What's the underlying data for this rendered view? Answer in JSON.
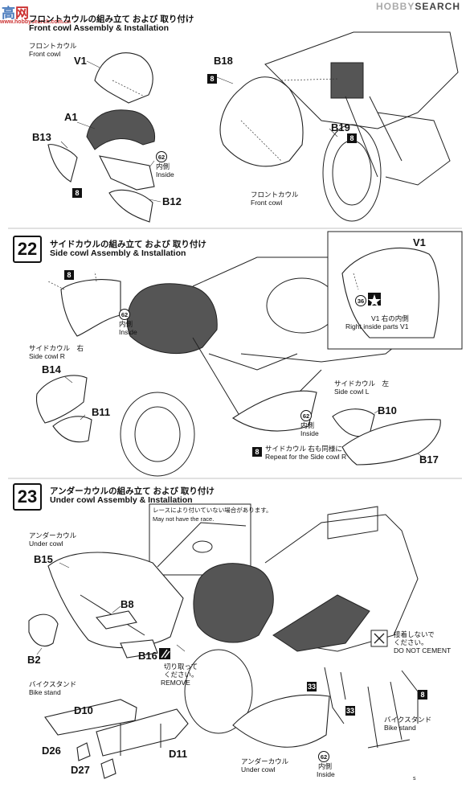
{
  "watermark": {
    "title_part1": "HOBBY",
    "title_part2": "SEARCH",
    "cn_part1": "高",
    "cn_part2": "网",
    "url": "www.hobbysearch.com.cn"
  },
  "step21": {
    "title_jp": "フロントカウルの組み立て および 取り付け",
    "title_en": "Front cowl Assembly & Installation",
    "front_cowl_jp": "フロントカウル",
    "front_cowl_en": "Front cowl",
    "front_cowl2_jp": "フロントカウル",
    "front_cowl2_en": "Front cowl",
    "parts": {
      "v1": "V1",
      "a1": "A1",
      "b13": "B13",
      "b12": "B12",
      "b18": "B18",
      "b19": "B19"
    },
    "inside_jp": "内側",
    "inside_en": "Inside",
    "callout_62": "62",
    "callout_8a": "8",
    "callout_8b": "8",
    "callout_8c": "8"
  },
  "step22": {
    "number": "22",
    "title_jp": "サイドカウルの組み立て および 取り付け",
    "title_en": "Side cowl Assembly & Installation",
    "side_cowl_r_jp": "サイドカウル　右",
    "side_cowl_r_en": "Side cowl R",
    "side_cowl_l_jp": "サイドカウル　左",
    "side_cowl_l_en": "Side cowl L",
    "repeat_jp": "サイドカウル 右も同様に",
    "repeat_en": "Repeat for the Side cowl R",
    "right_inside_jp": "V1 右の内側",
    "right_inside_en": "Right inside parts V1",
    "parts": {
      "v1": "V1",
      "b14": "B14",
      "b11": "B11",
      "b10": "B10",
      "b17": "B17"
    },
    "inside_jp": "内側",
    "inside_en": "Inside",
    "inside2_jp": "内側",
    "inside2_en": "Inside",
    "callout_62a": "62",
    "callout_62b": "62",
    "callout_36": "36",
    "callout_8a": "8",
    "callout_8b": "8"
  },
  "step23": {
    "number": "23",
    "title_jp": "アンダーカウルの組み立て および 取り付け",
    "title_en": "Under cowl Assembly & Installation",
    "note_jp": "レースにより付いていない場合があります。",
    "note_en": "May not have the race.",
    "under_cowl_jp": "アンダーカウル",
    "under_cowl_en": "Under cowl",
    "under_cowl2_jp": "アンダーカウル",
    "under_cowl2_en": "Under cowl",
    "bike_stand_jp": "バイクスタンド",
    "bike_stand_en": "Bike stand",
    "bike_stand2_jp": "バイクスタンド",
    "bike_stand2_en": "Bike stand",
    "remove_jp1": "切り取って",
    "remove_jp2": "ください。",
    "remove_en": "REMOVE",
    "no_cement_jp1": "接着しないで",
    "no_cement_jp2": "ください。",
    "no_cement_en": "DO NOT CEMENT",
    "inside_jp": "内側",
    "inside_en": "Inside",
    "parts": {
      "b15": "B15",
      "b8": "B8",
      "b2": "B2",
      "b16": "B16",
      "d10": "D10",
      "d26": "D26",
      "d27": "D27",
      "d11": "D11"
    },
    "callout_62": "62",
    "callout_33a": "33",
    "callout_33b": "33",
    "callout_8": "8"
  },
  "page_mark": "s"
}
